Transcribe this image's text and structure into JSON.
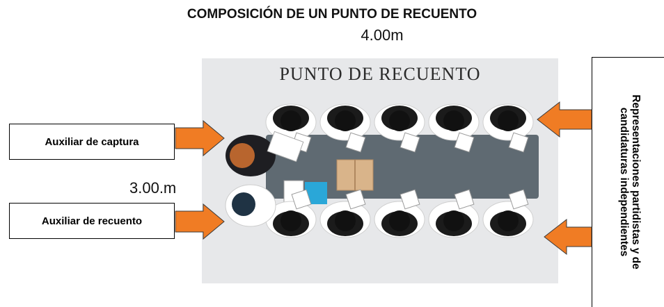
{
  "title": "COMPOSICIÓN DE UN PUNTO DE RECUENTO",
  "width_label": "4.00m",
  "height_label": "3.00.m",
  "scene_title": "PUNTO DE RECUENTO",
  "labels": {
    "capture": "Auxiliar de captura",
    "count": "Auxiliar de recuento",
    "representatives": "Representaciones partidistas y de candidaturas independientes"
  },
  "colors": {
    "arrow": "#f07c24",
    "floor": "#e7e8ea",
    "table": "#5f6a72",
    "suit": "#1b1b1b"
  }
}
